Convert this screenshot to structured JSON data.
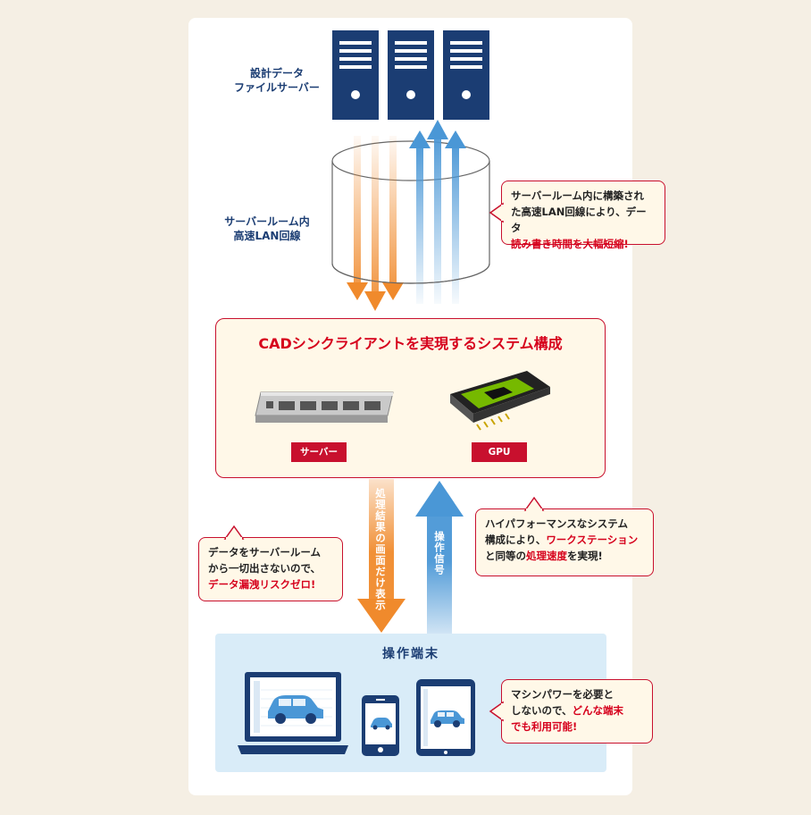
{
  "file_server_label": [
    "設計データ",
    "ファイルサーバー"
  ],
  "lan_label": [
    "サーバールーム内",
    "高速LAN回線"
  ],
  "callout_lan": {
    "line1": "サーバールーム内に構築され",
    "line2": "た高速LAN回線により、データ",
    "line3_red": "読み書き時間を大幅短縮!"
  },
  "system": {
    "title": "CADシンクライアントを実現するシステム構成",
    "server_tag": "サーバー",
    "gpu_tag": "GPU"
  },
  "arrow_down_label": "処理結果の画面だけ表示",
  "arrow_up_label": "操作信号",
  "callout_leak": {
    "line1": "データをサーバールーム",
    "line2": "から一切出さないので、",
    "line3_red": "データ漏洩リスクゼロ!"
  },
  "callout_perf": {
    "line1": "ハイパフォーマンスなシステム",
    "line2_a": "構成により、",
    "line2_red": "ワークステーション",
    "line3_a": "と同等の",
    "line3_red": "処理速度",
    "line3_b": "を実現!"
  },
  "terminal": {
    "title": "操作端末"
  },
  "callout_terminal": {
    "line1": "マシンパワーを必要と",
    "line2_a": "しないので、",
    "line2_red": "どんな端末",
    "line3_red": "でも利用可能!"
  },
  "colors": {
    "navy": "#1b3d73",
    "red": "#d6001c",
    "orange": "#f08a2c",
    "blue": "#4a97d6",
    "background": "#f5efe4"
  }
}
